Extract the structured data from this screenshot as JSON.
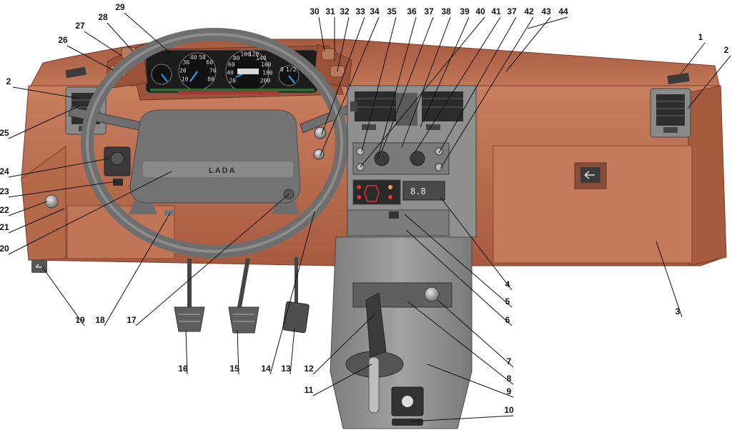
{
  "colors": {
    "dash": "#b86a4e",
    "dash_dark": "#8a4630",
    "dash_light": "#cf8a6c",
    "console": "#8f8f8f",
    "console_dark": "#5c5c5c",
    "wheel": "#6e6e6e",
    "gauge_bg": "#1c1c1c",
    "needle": "#2aa7ff"
  },
  "cluster": {
    "speed_ticks": [
      "20",
      "40",
      "60",
      "80",
      "100",
      "120",
      "140",
      "160",
      "180",
      "200"
    ],
    "rpm_ticks": [
      "10",
      "20",
      "30",
      "40",
      "50",
      "60",
      "70",
      "80"
    ],
    "fuel_marks": [
      "0",
      "1/2"
    ]
  },
  "wheel_logo": "LADA",
  "clock_display": "8.8",
  "callouts": [
    {
      "n": "1"
    },
    {
      "n": "2"
    },
    {
      "n": "2"
    },
    {
      "n": "3"
    },
    {
      "n": "4"
    },
    {
      "n": "5"
    },
    {
      "n": "6"
    },
    {
      "n": "7"
    },
    {
      "n": "8"
    },
    {
      "n": "9"
    },
    {
      "n": "10"
    },
    {
      "n": "11"
    },
    {
      "n": "12"
    },
    {
      "n": "13"
    },
    {
      "n": "14"
    },
    {
      "n": "15"
    },
    {
      "n": "16"
    },
    {
      "n": "17"
    },
    {
      "n": "18"
    },
    {
      "n": "19"
    },
    {
      "n": "20"
    },
    {
      "n": "21"
    },
    {
      "n": "22"
    },
    {
      "n": "23"
    },
    {
      "n": "24"
    },
    {
      "n": "25"
    },
    {
      "n": "26"
    },
    {
      "n": "27"
    },
    {
      "n": "28"
    },
    {
      "n": "29"
    },
    {
      "n": "30"
    },
    {
      "n": "31"
    },
    {
      "n": "32"
    },
    {
      "n": "33"
    },
    {
      "n": "34"
    },
    {
      "n": "35"
    },
    {
      "n": "36"
    },
    {
      "n": "37"
    },
    {
      "n": "38"
    },
    {
      "n": "39"
    },
    {
      "n": "40"
    },
    {
      "n": "41"
    },
    {
      "n": "37"
    },
    {
      "n": "42"
    },
    {
      "n": "43"
    },
    {
      "n": "44"
    }
  ]
}
